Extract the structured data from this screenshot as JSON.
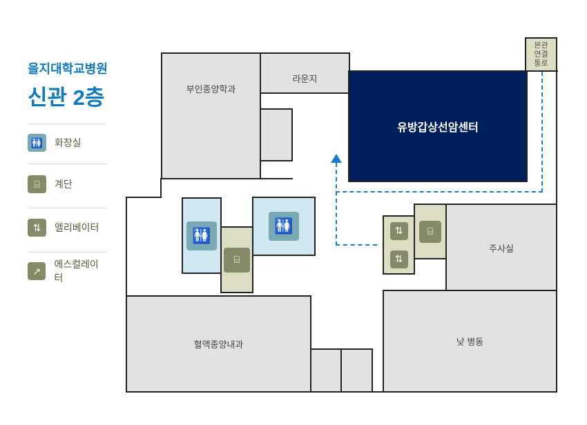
{
  "header": {
    "hospital": "을지대학교병원",
    "floor": "신관 2층"
  },
  "legend": [
    {
      "icon": "restroom-icon",
      "label": "화장실"
    },
    {
      "icon": "stairs-icon",
      "label": "계단"
    },
    {
      "icon": "elevator-icon",
      "label": "엘리베이터"
    },
    {
      "icon": "escalator-icon",
      "label": "에스컬레이터"
    }
  ],
  "rooms": {
    "gyn_oncology": "부인종양학과",
    "lounge": "라운지",
    "breast_thyroid": "유방갑상선암센터",
    "connection": "본관\n연결\n통로",
    "injection": "주사실",
    "hemato_oncology": "혈액종양내과",
    "day_ward": "낮 병동"
  },
  "colors": {
    "accent": "#0f7ac0",
    "navy": "#00205b",
    "path": "#1a80c4"
  }
}
